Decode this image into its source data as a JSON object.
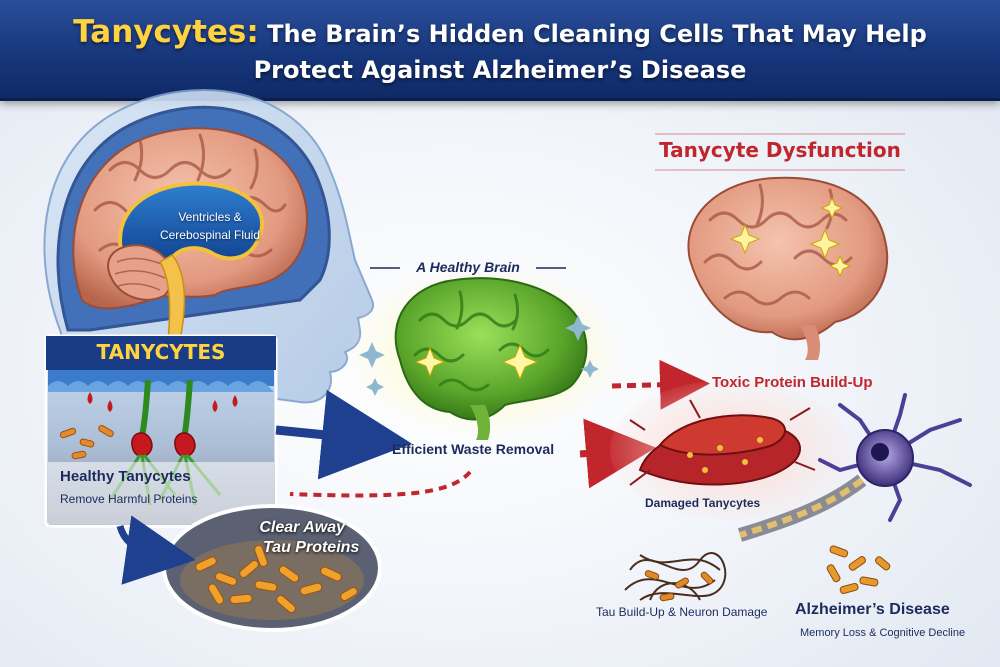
{
  "title": {
    "accent": "Tanycytes:",
    "line1_rest": " The Brain’s Hidden Cleaning Cells That May Help",
    "line2": "Protect Against Alzheimer’s Disease"
  },
  "left": {
    "ventricles_label_1": "Ventricles &",
    "ventricles_label_2": "Cerebospinal Fluid",
    "tanycytes_heading": "TANYCYTES",
    "healthy_title": "Healthy Tanycytes",
    "healthy_sub": "Remove Harmful Proteins",
    "clear_1": "Clear Away",
    "clear_2": "Tau Proteins"
  },
  "center": {
    "healthy_brain": "A Healthy Brain",
    "waste_removal": "Efficient Waste Removal"
  },
  "right": {
    "dysfunction": "Tanycyte Dysfunction",
    "toxic": "Toxic Protein Build-Up",
    "damaged": "Damaged Tanycytes",
    "tau_buildup": "Tau Build-Up & Neuron Damage",
    "alz": "Alzheimer’s Disease",
    "alz_sub": "Memory Loss & Cognitive Decline"
  },
  "colors": {
    "banner": "#16357a",
    "accent_yellow": "#ffd23f",
    "navy_text": "#1d2b5c",
    "red_text": "#c0262c",
    "healthy_green": "#5fae2e",
    "brain_pink": "#e9a58f"
  }
}
